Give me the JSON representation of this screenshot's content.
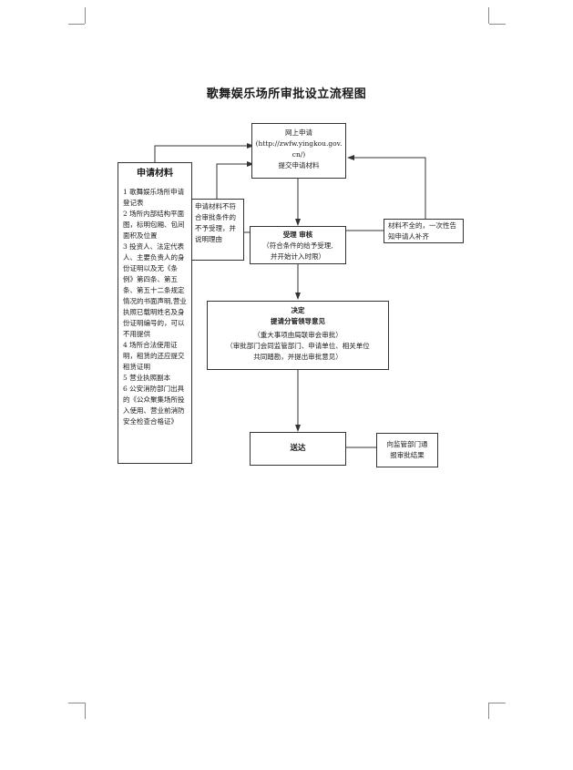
{
  "title": "歌舞娱乐场所审批设立流程图",
  "apply": {
    "line1": "网上申请",
    "line2": "(http://zwfw.yingkou.gov.",
    "line3": "cn/)",
    "line4": "提交申请材料"
  },
  "materials": {
    "heading": "申请材料",
    "items": [
      "1 歌舞娱乐场所申请登记表",
      "2 场所内部结构平面图，标明包厢、包间面积及位置",
      "3  投资人、法定代表人、主要负责人的身份证明以及无《条例》第四条、第五条、第五十二条规定情况的书面声明,营业执照已载明姓名及身份证明编号的，可以不用提供",
      "4 场所合法使用证明，租赁的还应提交租赁证明",
      "5 营业执照副本",
      "6 公安消防部门出具的《公众聚集场所投入使用、营业前消防安全检查合格证》"
    ]
  },
  "reject_note": "申请材料不符合审批条件的不予受理，并说明理由",
  "incomplete_note": "材料不全的，一次性告知申请人补齐",
  "accept": {
    "title": "受理  审核",
    "line1": "（符合条件的给予受理,",
    "line2": "并开始计入时限）"
  },
  "decision": {
    "title": "决定",
    "subtitle": "提请分管领导意见",
    "line1": "（重大事项由局联审会审批）",
    "line2": "（审批部门会同监管部门、申请单位、相关单位",
    "line3": "共同踏勘，并提出审批意见）"
  },
  "deliver": {
    "title": "送达"
  },
  "notify": {
    "line1": "向监管部门通",
    "line2": "报审批结果"
  }
}
